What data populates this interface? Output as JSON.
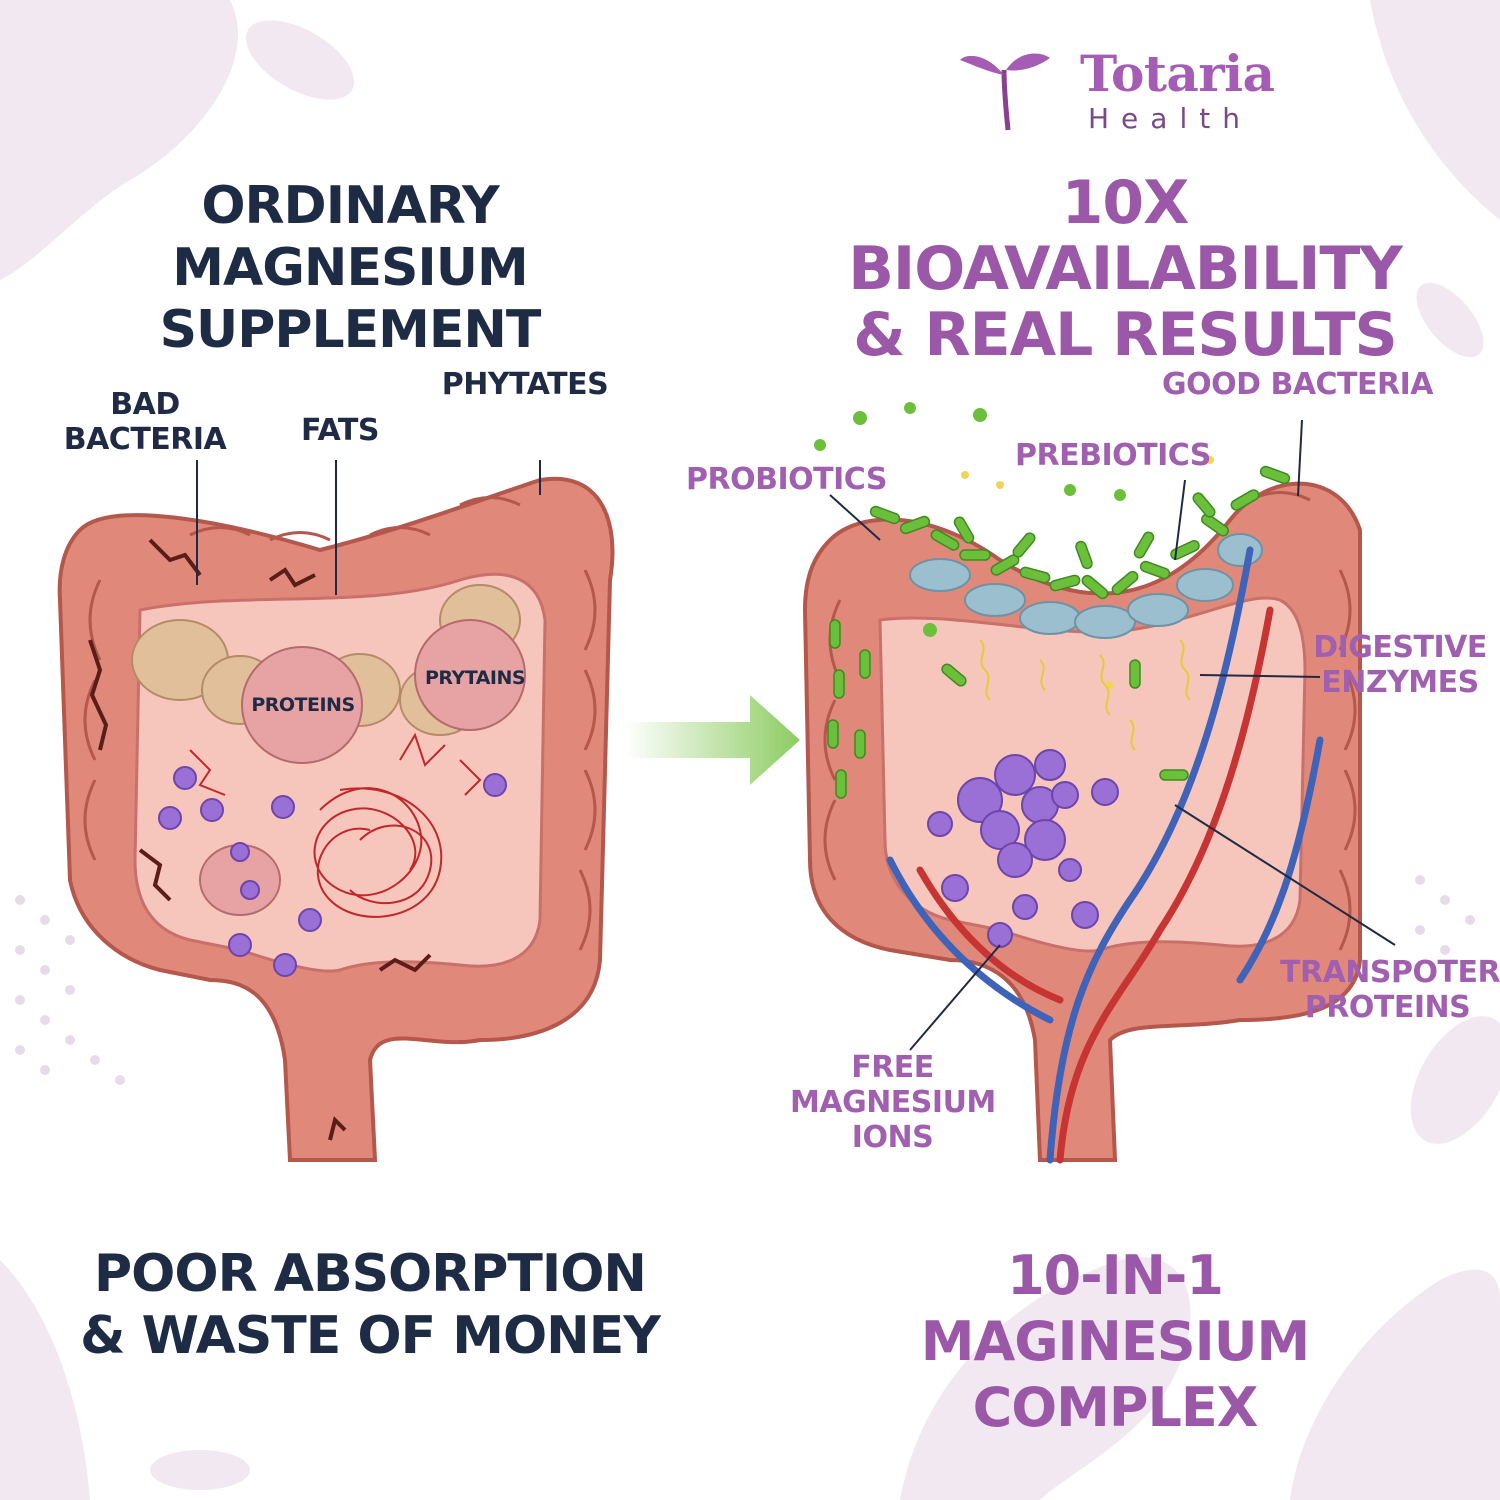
{
  "brand": {
    "name": "Totaria",
    "sub": "Health"
  },
  "left": {
    "title_line1": "ORDINARY MAGNESIUM",
    "title_line2": "SUPPLEMENT",
    "labels": {
      "bad_bacteria_1": "BAD",
      "bad_bacteria_2": "BACTERIA",
      "fats": "FATS",
      "phytates": "PHYTATES",
      "proteins": "PROTEINS",
      "prytains": "PRYTAINS"
    },
    "caption_line1": "POOR ABSORPTION",
    "caption_line2": "& WASTE OF MONEY"
  },
  "right": {
    "title_line1": "10X BIOAVAILABILITY",
    "title_line2": "& REAL RESULTS",
    "labels": {
      "good_bacteria": "GOOD BACTERIA",
      "prebiotics": "PREBIOTICS",
      "probiotics": "PROBIOTICS",
      "digestive_1": "DIGESTIVE",
      "digestive_2": "ENZYMES",
      "transporter_1": "TRANSPOTER",
      "transporter_2": "PROTEINS",
      "free_1": "FREE",
      "free_2": "MAGNESIUM",
      "free_3": "IONS"
    },
    "caption_line1": "10-IN-1",
    "caption_line2": "MAGINESIUM COMPLEX"
  },
  "colors": {
    "dark_text": "#1e2b45",
    "purple_text": "#9b58a8",
    "colon_pink": "#e0897a",
    "colon_outline": "#b4574c",
    "bacteria_green": "#6cbf3a",
    "ion_purple": "#8e5bd0",
    "arrow_green": "#8dcc62"
  }
}
